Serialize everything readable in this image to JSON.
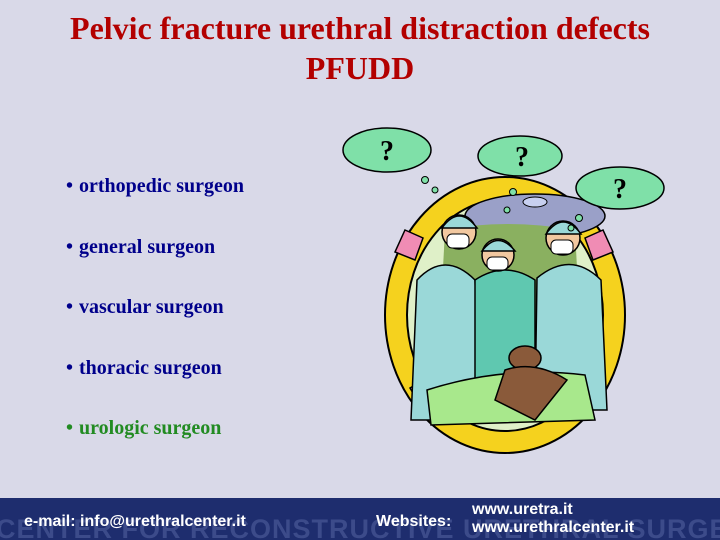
{
  "title": {
    "line1": "Pelvic fracture urethral distraction defects",
    "line2": "PFUDD"
  },
  "bullets": [
    {
      "text": "orthopedic surgeon"
    },
    {
      "text": "general surgeon"
    },
    {
      "text": "vascular surgeon"
    },
    {
      "text": "thoracic surgeon"
    },
    {
      "text": "urologic surgeon"
    }
  ],
  "bullet_glyph": "•",
  "illustration": {
    "question_mark": "?"
  },
  "footer": {
    "watermark": "CENTER FOR RECONSTRUCTIVE URETHRAL SURGERY",
    "email_text": "e-mail: info@urethralcenter.it",
    "websites_label": "Websites:",
    "site1": "www.uretra.it",
    "site2": "www.urethralcenter.it"
  },
  "colors": {
    "title": "#b30000",
    "bullet_text": "#00008b",
    "highlight_text": "#228b22",
    "footer_bg": "#1e2d6e",
    "background": "#d9d9e8"
  }
}
